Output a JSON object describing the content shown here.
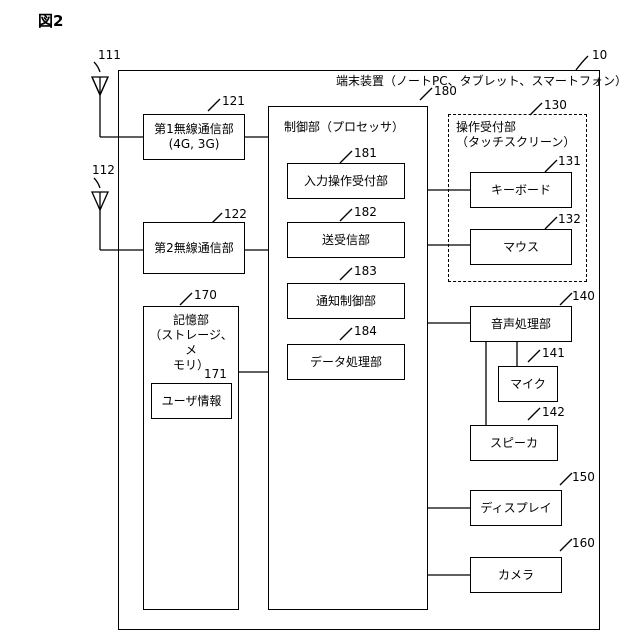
{
  "figure_label": "図2",
  "device": {
    "num": "10",
    "title": "端末装置（ノートPC、タブレット、スマートフォン）"
  },
  "antenna1": {
    "num": "111"
  },
  "antenna2": {
    "num": "112"
  },
  "wireless1": {
    "num": "121",
    "line1": "第1無線通信部",
    "line2": "(4G, 3G)"
  },
  "wireless2": {
    "num": "122",
    "label": "第2無線通信部"
  },
  "storage": {
    "num": "170",
    "line1": "記憶部",
    "line2": "（ストレージ、メ",
    "line3": "モリ）"
  },
  "user_info": {
    "num": "171",
    "label": "ユーザ情報"
  },
  "controller": {
    "num": "180",
    "title": "制御部（プロセッサ）"
  },
  "input_reception": {
    "num": "181",
    "label": "入力操作受付部"
  },
  "transceiver": {
    "num": "182",
    "label": "送受信部"
  },
  "notification": {
    "num": "183",
    "label": "通知制御部"
  },
  "data_processing": {
    "num": "184",
    "label": "データ処理部"
  },
  "operation_reception": {
    "num": "130",
    "line1": "操作受付部",
    "line2": "（タッチスクリーン）"
  },
  "keyboard": {
    "num": "131",
    "label": "キーボード"
  },
  "mouse": {
    "num": "132",
    "label": "マウス"
  },
  "audio": {
    "num": "140",
    "label": "音声処理部"
  },
  "mic": {
    "num": "141",
    "label": "マイク"
  },
  "speaker": {
    "num": "142",
    "label": "スピーカ"
  },
  "display": {
    "num": "150",
    "label": "ディスプレイ"
  },
  "camera": {
    "num": "160",
    "label": "カメラ"
  }
}
